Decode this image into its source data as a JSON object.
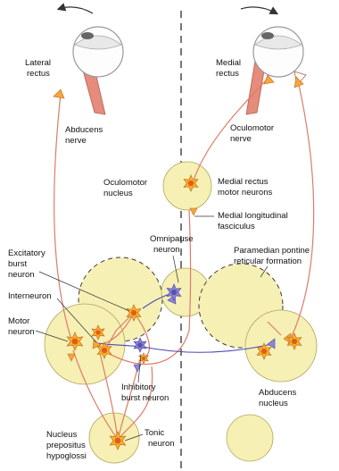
{
  "labels": {
    "lateral_rectus": [
      "Lateral",
      "rectus"
    ],
    "medial_rectus": [
      "Medial",
      "rectus"
    ],
    "abducens_nerve": [
      "Abducens",
      "nerve"
    ],
    "oculomotor_nerve": [
      "Oculomotor",
      "nerve"
    ],
    "oculomotor_nucleus": [
      "Oculomotor",
      "nucleus"
    ],
    "medial_rectus_motor_neurons": [
      "Medial rectus",
      "motor neurons"
    ],
    "medial_longitudinal_fasciculus": [
      "Medial longitudinal",
      "fasciculus"
    ],
    "omnipause_neuron": [
      "Omnipause",
      "neuron"
    ],
    "ppr_formation": [
      "Paramedian pontine",
      "reticular formation"
    ],
    "excitatory_burst_neuron": [
      "Excitatory",
      "burst",
      "neuron"
    ],
    "interneuron": [
      "Interneuron"
    ],
    "motor_neuron": [
      "Motor",
      "neuron"
    ],
    "inhibitory_burst_neuron": [
      "Inhibitory",
      "burst neuron"
    ],
    "abducens_nucleus": [
      "Abducens",
      "nucleus"
    ],
    "nucleus_prepositus_hypoglossi": [
      "Nucleus",
      "prepositus",
      "hypoglossi"
    ],
    "tonic_neuron": [
      "Tonic",
      "neuron"
    ]
  },
  "colors": {
    "nucleus_fill": "#f6f0b4",
    "nucleus_stroke": "#b0a65a",
    "excitatory_path": "#e07a6a",
    "inhibitory_path": "#4a4ab0",
    "star_fill": "#f4b62a",
    "star_center": "#e85a1a",
    "inhibitory_star": "#8f86d4",
    "muscle": "#e58c7c",
    "midline": "#555555"
  },
  "icons": {
    "rotation": "curved-arrow-icon",
    "eye": "eyeball-icon",
    "excitatory_neuron": "orange-star-neuron-icon",
    "inhibitory_neuron": "purple-star-neuron-icon",
    "synapse": "triangle-terminal-icon"
  }
}
